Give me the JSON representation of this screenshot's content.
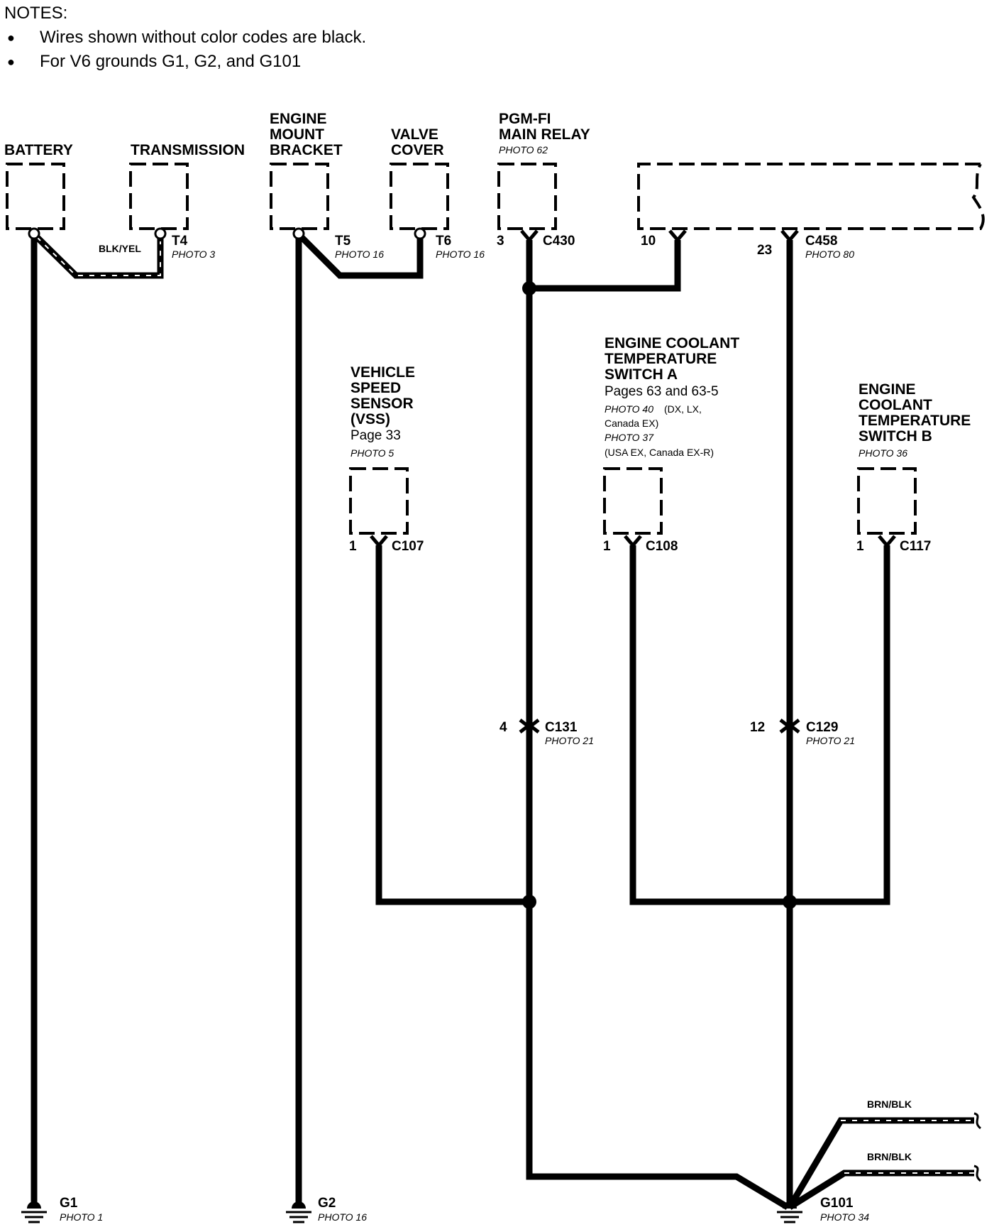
{
  "notes": {
    "heading": "NOTES:",
    "items": [
      "Wires shown without color codes are black.",
      "For V6 grounds G1, G2, and G101"
    ]
  },
  "components": {
    "battery": {
      "lines": [
        "BATTERY"
      ]
    },
    "transmission": {
      "lines": [
        "TRANSMISSION"
      ]
    },
    "engine_mount_bracket": {
      "lines": [
        "ENGINE",
        "MOUNT",
        "BRACKET"
      ]
    },
    "valve_cover": {
      "lines": [
        "VALVE",
        "COVER"
      ]
    },
    "pgm_fi_main_relay": {
      "lines": [
        "PGM-FI",
        "MAIN RELAY"
      ],
      "photo": "PHOTO 62"
    },
    "vss": {
      "lines": [
        "VEHICLE",
        "SPEED",
        "SENSOR",
        "(VSS)"
      ],
      "page": "Page 33",
      "photo": "PHOTO 5"
    },
    "ect_switch_a": {
      "lines": [
        "ENGINE COOLANT",
        "TEMPERATURE",
        "SWITCH A"
      ],
      "page": "Pages 63 and 63-5",
      "photo1": "PHOTO 40",
      "photo1_note": "(DX, LX,",
      "photo1_note2": "Canada EX)",
      "photo2": "PHOTO 37",
      "photo2_note": "(USA EX, Canada EX-R)"
    },
    "ect_switch_b": {
      "lines": [
        "ENGINE",
        "COOLANT",
        "TEMPERATURE",
        "SWITCH B"
      ],
      "photo": "PHOTO 36"
    }
  },
  "terminals": {
    "t4": {
      "id": "T4",
      "photo": "PHOTO 3"
    },
    "t5": {
      "id": "T5",
      "photo": "PHOTO 16"
    },
    "t6": {
      "id": "T6",
      "photo": "PHOTO 16"
    }
  },
  "connectors": {
    "c430": {
      "id": "C430",
      "pin": "3"
    },
    "c458": {
      "id": "C458",
      "pins": [
        "10",
        "23"
      ],
      "photo": "PHOTO 80"
    },
    "c107": {
      "id": "C107",
      "pin": "1"
    },
    "c108": {
      "id": "C108",
      "pin": "1"
    },
    "c117": {
      "id": "C117",
      "pin": "1"
    },
    "c131": {
      "id": "C131",
      "pin": "4",
      "photo": "PHOTO 21"
    },
    "c129": {
      "id": "C129",
      "pin": "12",
      "photo": "PHOTO 21"
    }
  },
  "grounds": {
    "g1": {
      "id": "G1",
      "photo": "PHOTO 1"
    },
    "g2": {
      "id": "G2",
      "photo": "PHOTO 16"
    },
    "g101": {
      "id": "G101",
      "photo": "PHOTO 34"
    }
  },
  "wire_colors": {
    "battery_transmission": "BLK/YEL",
    "g101_lead_upper": "BRN/BLK",
    "g101_lead_lower": "BRN/BLK"
  }
}
